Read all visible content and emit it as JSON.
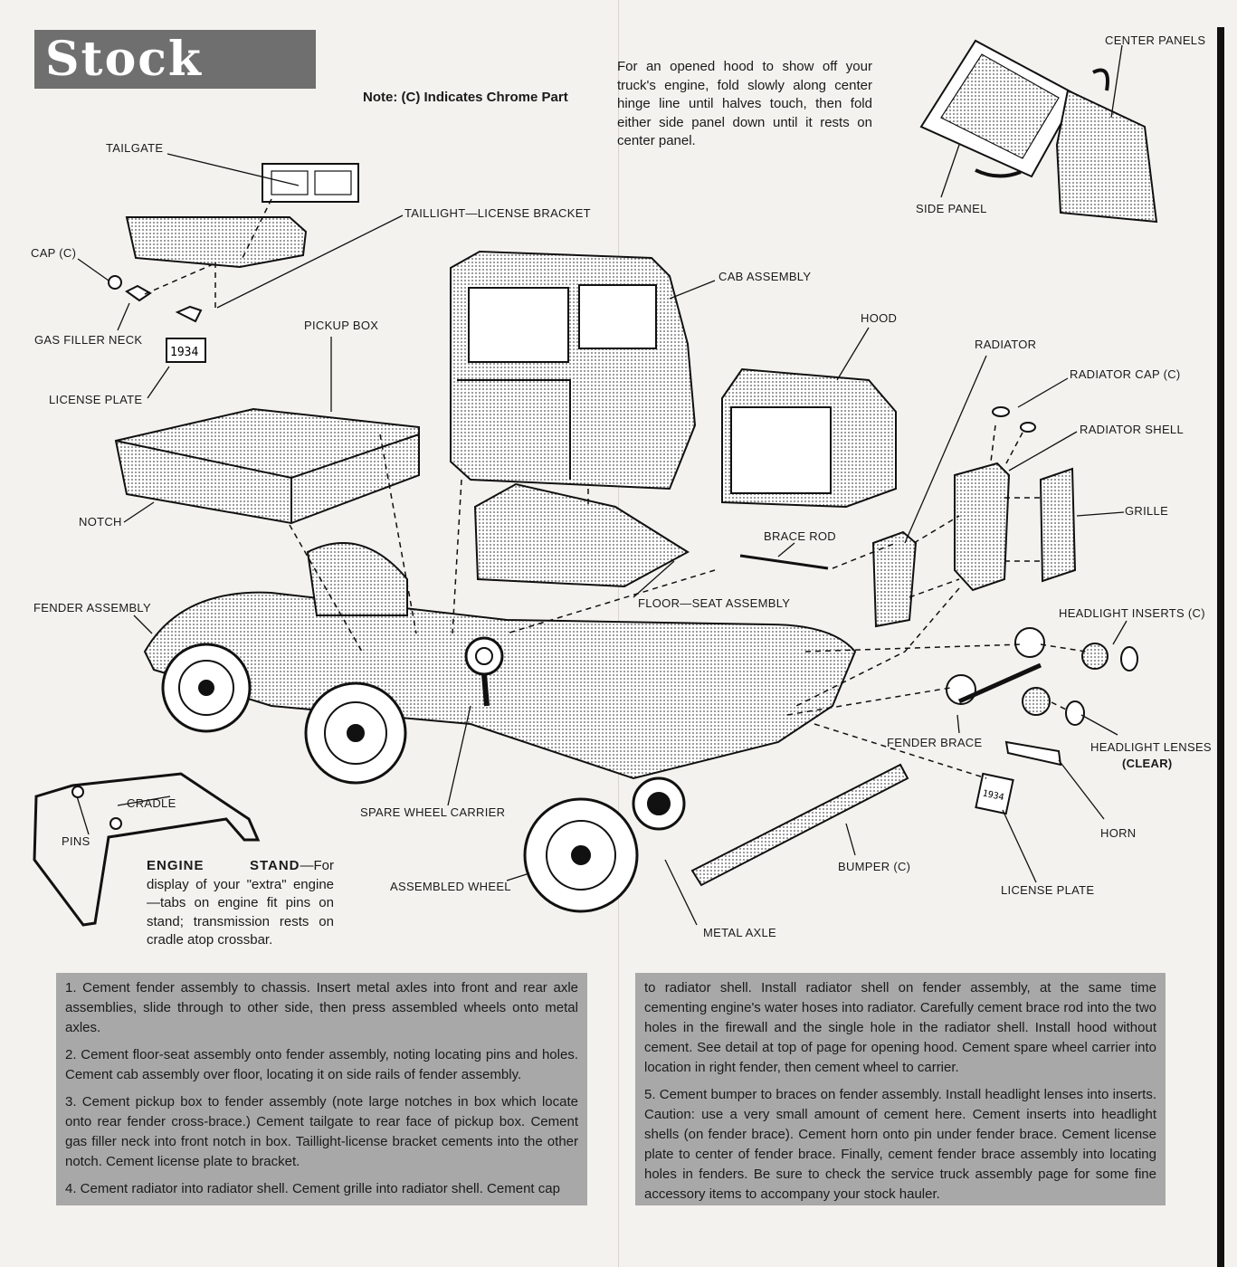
{
  "title": "Stock",
  "note": "Note: (C) Indicates Chrome Part",
  "hood_note": "For an opened hood to show off your truck's engine, fold slowly along center hinge line until halves touch, then fold either side panel down until it rests on center panel.",
  "labels": {
    "center_panels": "CENTER PANELS",
    "side_panel": "SIDE PANEL",
    "tailgate": "TAILGATE",
    "taillight_bracket": "TAILLIGHT—LICENSE BRACKET",
    "cap": "CAP (C)",
    "gas_filler_neck": "GAS FILLER NECK",
    "license_plate_left": "LICENSE PLATE",
    "pickup_box": "PICKUP BOX",
    "notch": "NOTCH",
    "cab_assembly": "CAB ASSEMBLY",
    "hood": "HOOD",
    "radiator": "RADIATOR",
    "radiator_cap": "RADIATOR CAP (C)",
    "radiator_shell": "RADIATOR SHELL",
    "grille": "GRILLE",
    "brace_rod": "BRACE ROD",
    "floor_seat": "FLOOR—SEAT ASSEMBLY",
    "fender_assembly": "FENDER ASSEMBLY",
    "headlight_inserts": "HEADLIGHT INSERTS (C)",
    "fender_brace": "FENDER BRACE",
    "headlight_lenses": "HEADLIGHT LENSES",
    "clear": "(CLEAR)",
    "horn": "HORN",
    "license_plate_right": "LICENSE PLATE",
    "bumper": "BUMPER (C)",
    "spare_wheel_carrier": "SPARE WHEEL CARRIER",
    "assembled_wheel": "ASSEMBLED WHEEL",
    "metal_axle": "METAL AXLE",
    "cradle": "CRADLE",
    "pins": "PINS",
    "plate_number": "1934"
  },
  "engine_stand": {
    "heading": "ENGINE STAND",
    "text": "—For display of your \"extra\" engine—tabs on engine fit pins on stand; transmission rests on cradle atop crossbar."
  },
  "steps": {
    "s1": "1. Cement fender assembly to chassis. Insert metal axles into front and rear axle assemblies, slide through to other side, then press assembled wheels onto metal axles.",
    "s2": "2. Cement floor-seat assembly onto fender assembly, noting locating pins and holes. Cement cab assembly over floor, locating it on side rails of fender assembly.",
    "s3": "3. Cement pickup box to fender assembly (note large notches in box which locate onto rear fender cross-brace.) Cement tailgate to rear face of pickup box. Cement gas filler neck into front notch in box. Taillight-license bracket cements into the other notch. Cement license plate to bracket.",
    "s4a": "4. Cement radiator into radiator shell. Cement grille into radiator shell. Cement cap",
    "s4b": "to radiator shell. Install radiator shell on fender assembly, at the same time cementing engine's water hoses into radiator. Carefully cement brace rod into the two holes in the firewall and the single hole in the radiator shell. Install hood without cement. See detail at top of page for opening hood. Cement spare wheel carrier into location in right fender, then cement wheel to carrier.",
    "s5": "5. Cement bumper to braces on fender assembly. Install headlight lenses into inserts. Caution: use a very small amount of cement here. Cement inserts into headlight shells (on fender brace). Cement horn onto pin under fender brace. Cement license plate to center of fender brace. Finally, cement fender brace assembly into locating holes in fenders. Be sure to check the service truck assembly page for some fine accessory items to accompany your stock hauler."
  }
}
